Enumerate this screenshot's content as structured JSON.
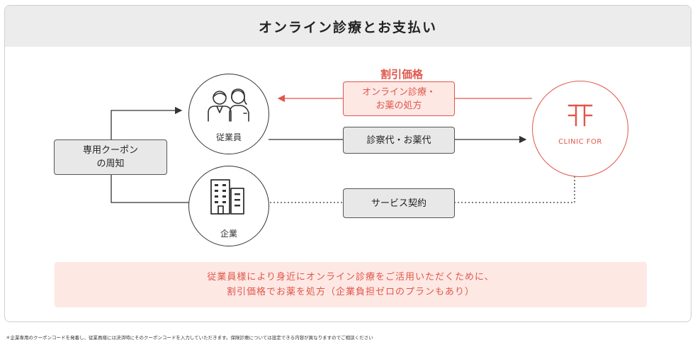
{
  "title": "オンライン診療とお支払い",
  "nodes": {
    "employee": "従業員",
    "company": "企業",
    "clinic": "CLINIC FOR"
  },
  "boxes": {
    "coupon_line1": "専用クーポン",
    "coupon_line2": "の周知",
    "discount_label": "割引価格",
    "service_line1": "オンライン診療・",
    "service_line2": "お薬の処方",
    "payment": "診察代・お薬代",
    "contract": "サービス契約"
  },
  "note": {
    "line1": "従業員様により身近にオンライン診療をご活用いただくために、",
    "line2": "割引価格でお薬を処方（企業負担ゼロのプランもあり）"
  },
  "footnote": "＊企業専用のクーポンコードを発番し、従業員様には決済時にそのクーポンコードを入力していただきます。保険診療については設定できる内容が異なりますのでご相談ください",
  "colors": {
    "accent": "#e0564a",
    "accent_bg": "#fde8e4",
    "box_gray": "#e8e8e8",
    "header_bg": "#ececec"
  },
  "icons": [
    "people-icon",
    "building-icon",
    "clinic-logo-icon"
  ]
}
